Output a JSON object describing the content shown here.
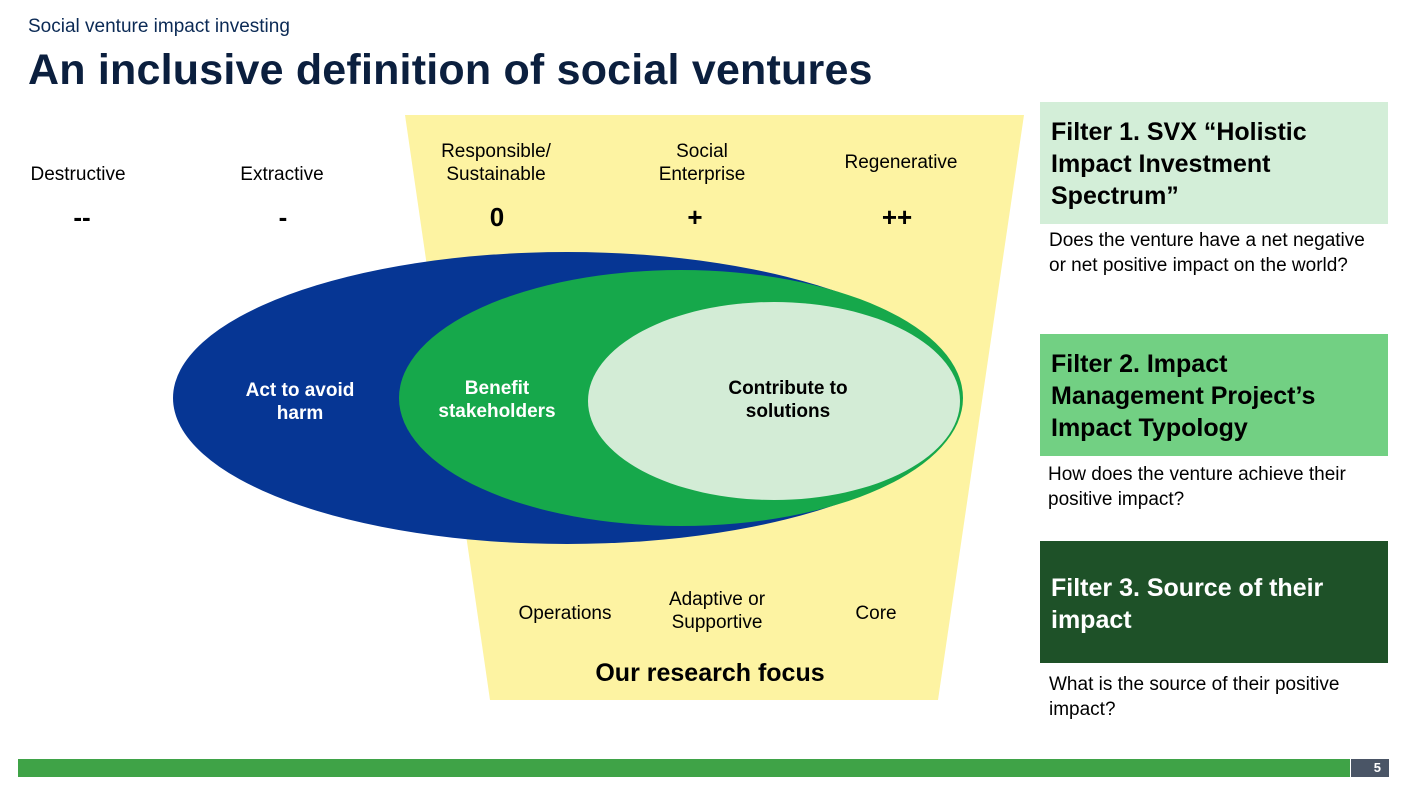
{
  "header": {
    "subtitle": "Social venture impact investing",
    "title": "An inclusive definition of social ventures"
  },
  "spectrum": [
    {
      "label": "Destructive",
      "symbol": "--"
    },
    {
      "label": "Extractive",
      "symbol": "-"
    },
    {
      "label": "Responsible/\nSustainable",
      "symbol": "0"
    },
    {
      "label": "Social\nEnterprise",
      "symbol": "+"
    },
    {
      "label": "Regenerative",
      "symbol": "++"
    }
  ],
  "ellipses": {
    "outer": "Act to avoid\nharm",
    "middle": "Benefit\nstakeholders",
    "inner": "Contribute to\nsolutions"
  },
  "focus": {
    "operations": "Operations",
    "adaptive": "Adaptive or\nSupportive",
    "core": "Core",
    "research": "Our research focus"
  },
  "filters": [
    {
      "title": "Filter 1. SVX “Holistic Impact Investment Spectrum”",
      "description": "Does the venture have a net negative or net positive impact on the world?"
    },
    {
      "title": "Filter 2. Impact Management Project’s Impact Typology",
      "description": "How does the venture achieve their positive impact?"
    },
    {
      "title": "Filter 3. Source of their impact",
      "description": "What is the source of their positive impact?"
    }
  ],
  "footer": {
    "page_number": "5"
  },
  "colors": {
    "funnel": "#fdf3a2",
    "outer_ellipse": "#063694",
    "middle_ellipse": "#16a84b",
    "inner_ellipse": "#d3ecd6",
    "filter1_bg": "#d3eed8",
    "filter2_bg": "#72d083",
    "filter3_bg": "#1e5128",
    "footer_bar": "#3fa347"
  }
}
